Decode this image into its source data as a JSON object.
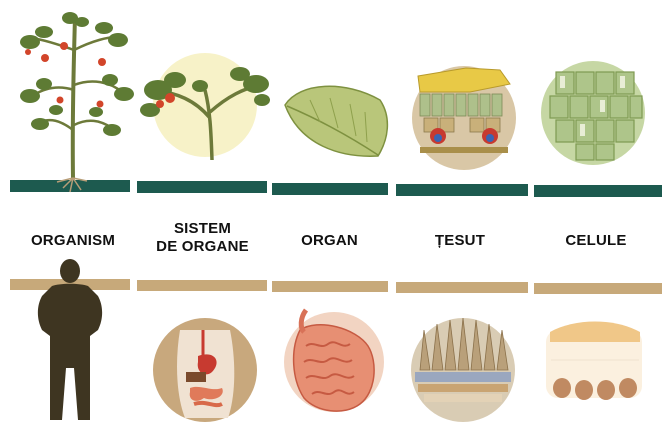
{
  "levels": [
    {
      "label": "ORGANISM"
    },
    {
      "label_line1": "SISTEM",
      "label_line2": "DE ORGANE"
    },
    {
      "label": "ORGAN"
    },
    {
      "label": "ȚESUT"
    },
    {
      "label": "CELULE"
    }
  ],
  "colors": {
    "green_band": "#1d5a4f",
    "tan_band": "#c7a97a",
    "silhouette": "#3e3521",
    "leaf": "#5e7b34",
    "tomato": "#d2452a",
    "pale_circle": "#f7f2c8",
    "tissue_bg": "#d9c7a6"
  },
  "icons": [
    "tomato-plant-icon",
    "plant-branch-icon",
    "leaf-icon",
    "plant-tissue-icon",
    "plant-cells-icon",
    "human-silhouette-icon",
    "digestive-system-icon",
    "intestine-icon",
    "intestinal-tissue-icon",
    "animal-cells-icon"
  ]
}
